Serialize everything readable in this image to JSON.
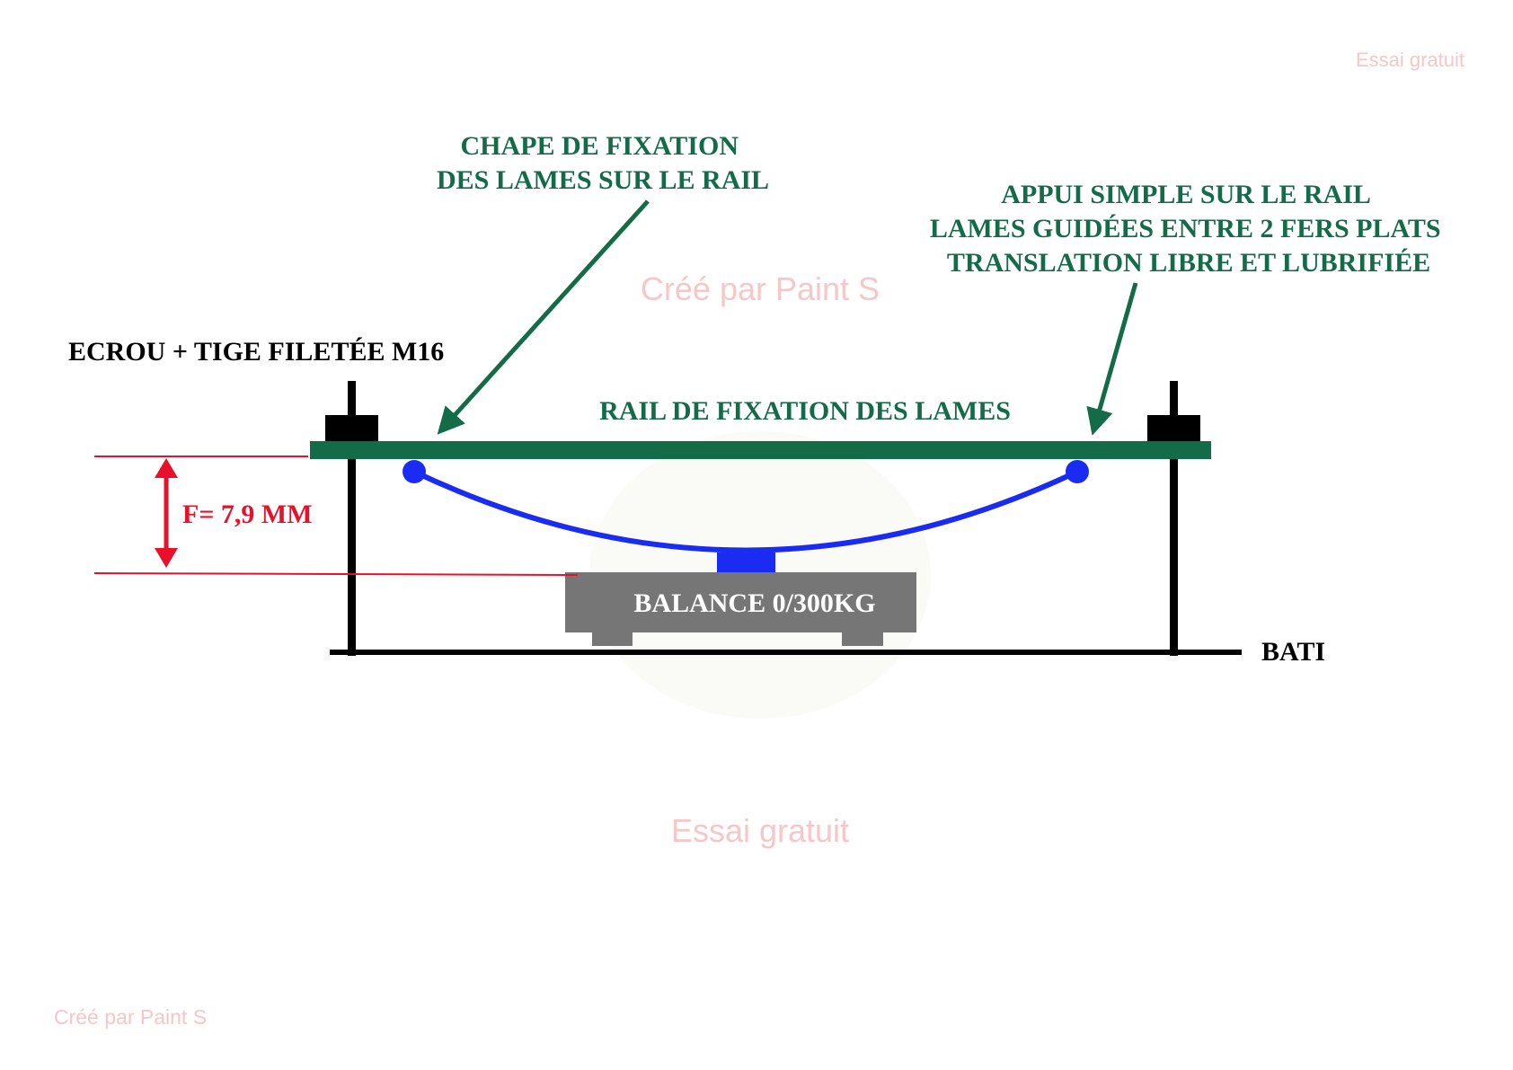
{
  "watermarks": {
    "top_right": "Essai gratuit",
    "center_top": "Créé par Paint S",
    "center_bottom": "Essai gratuit",
    "bottom_left": "Créé par Paint S"
  },
  "labels": {
    "chape": [
      "CHAPE DE FIXATION",
      "DES LAMES SUR LE RAIL"
    ],
    "appui": [
      "APPUI SIMPLE SUR LE RAIL",
      "LAMES GUIDÉES ENTRE 2 FERS PLATS",
      "TRANSLATION LIBRE ET LUBRIFIÉE"
    ],
    "ecrou": "ECROU + TIGE FILETÉE M16",
    "rail": "RAIL DE FIXATION DES LAMES",
    "fleche": "F= 7,9 MM",
    "balance": "BALANCE 0/300KG",
    "bati": "BATI"
  },
  "colors": {
    "green": "#136b48",
    "blue": "#1a2cf2",
    "red": "#e8102a",
    "black": "#000000",
    "gray": "#767676"
  }
}
